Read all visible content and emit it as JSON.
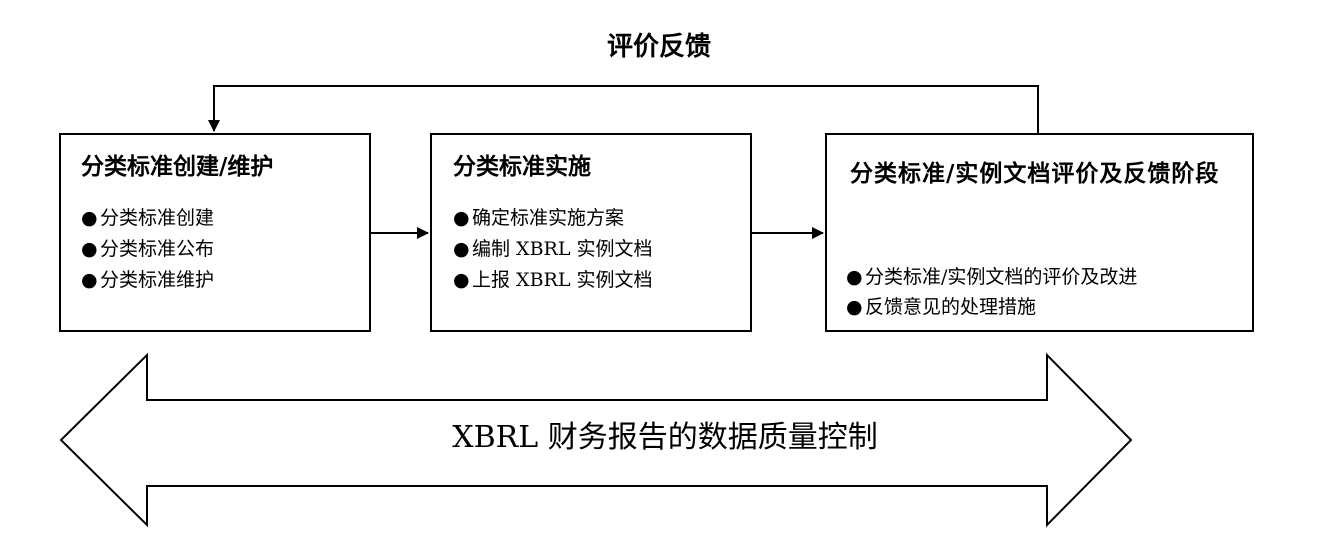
{
  "feedback_loop": {
    "label": "评价反馈"
  },
  "stages": [
    {
      "title": "分类标准创建/维护",
      "items": [
        "分类标准创建",
        "分类标准公布",
        "分类标准维护"
      ]
    },
    {
      "title": "分类标准实施",
      "items": [
        "确定标准实施方案",
        "编制 XBRL 实例文档",
        "上报 XBRL 实例文档"
      ]
    },
    {
      "title": "分类标准/实例文档评价及反馈阶段",
      "items": [
        "分类标准/实例文档的评价及改进",
        "反馈意见的处理措施"
      ]
    }
  ],
  "bullet_glyph": "●",
  "quality_control": {
    "label": "XBRL 财务报告的数据质量控制"
  },
  "colors": {
    "line": "#000000",
    "background": "#ffffff"
  }
}
